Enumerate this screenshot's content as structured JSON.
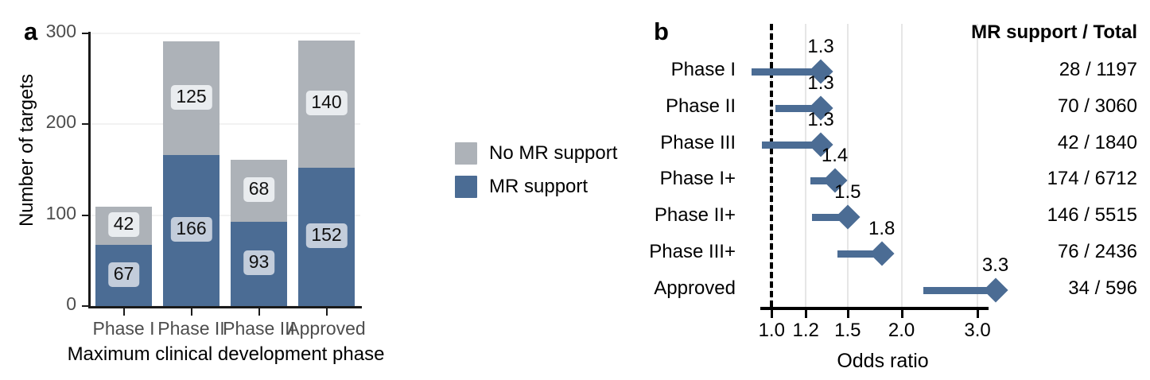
{
  "figure": {
    "panel_a_letter": "a",
    "panel_b_letter": "b"
  },
  "panel_a": {
    "ylabel": "Number of targets",
    "xlabel": "Maximum clinical development phase",
    "y_ticks": [
      "0",
      "100",
      "200",
      "300"
    ],
    "legend": [
      {
        "label": "No MR support",
        "color": "#adb2b8"
      },
      {
        "label": "MR support",
        "color": "#4b6c94"
      }
    ]
  },
  "panel_b": {
    "xlabel": "Odds ratio",
    "count_header": "MR support / Total",
    "x_ticks": [
      "1.0",
      "1.2",
      "1.5",
      "2.0",
      "3.0"
    ],
    "reference_line": "1.0"
  },
  "colors": {
    "mr_support": "#4b6c94",
    "no_mr_support": "#adb2b8",
    "axis": "#1a1a1a",
    "gridline": "#e6e6e6",
    "tick_text": "#4d4d4d"
  },
  "chart_data": [
    {
      "type": "bar",
      "id": "panel-a",
      "title": "",
      "xlabel": "Maximum clinical development phase",
      "ylabel": "Number of targets",
      "ylim": [
        0,
        300
      ],
      "y_ticks": [
        0,
        100,
        200,
        300
      ],
      "grid": "horizontal",
      "stacked": true,
      "legend_position": "right",
      "categories": [
        "Phase I",
        "Phase II",
        "Phase III",
        "Approved"
      ],
      "series": [
        {
          "name": "MR support",
          "color": "#4b6c94",
          "values": [
            67,
            166,
            93,
            152
          ]
        },
        {
          "name": "No MR support",
          "color": "#adb2b8",
          "values": [
            42,
            125,
            68,
            140
          ]
        }
      ],
      "totals": [
        109,
        291,
        161,
        292
      ],
      "bar_labels": {
        "MR support": [
          "67",
          "166",
          "93",
          "152"
        ],
        "No MR support": [
          "42",
          "125",
          "68",
          "140"
        ]
      }
    },
    {
      "type": "scatter",
      "id": "panel-b",
      "subtype": "forest-plot",
      "title": "",
      "xlabel": "Odds ratio",
      "ylabel": "",
      "xscale": "log",
      "xlim": [
        0.85,
        3.6
      ],
      "x_ticks": [
        1.0,
        1.2,
        1.5,
        2.0,
        3.0
      ],
      "x_tick_labels": [
        "1.0",
        "1.2",
        "1.5",
        "2.0",
        "3.0"
      ],
      "grid": "vertical",
      "reference_line": 1.0,
      "reference_line_style": "dashed",
      "count_column_header": "MR support / Total",
      "rows": [
        {
          "label": "Phase I",
          "or": 1.3,
          "or_label": "1.3",
          "ci_low": 0.9,
          "ci_high": 1.3,
          "mr_support": 28,
          "total": 1197,
          "count_label": "28 / 1197"
        },
        {
          "label": "Phase II",
          "or": 1.3,
          "or_label": "1.3",
          "ci_low": 1.02,
          "ci_high": 1.3,
          "mr_support": 70,
          "total": 3060,
          "count_label": "70 / 3060"
        },
        {
          "label": "Phase III",
          "or": 1.3,
          "or_label": "1.3",
          "ci_low": 0.95,
          "ci_high": 1.28,
          "mr_support": 42,
          "total": 1840,
          "count_label": "42 / 1840"
        },
        {
          "label": "Phase I+",
          "or": 1.4,
          "or_label": "1.4",
          "ci_low": 1.23,
          "ci_high": 1.43,
          "mr_support": 174,
          "total": 6712,
          "count_label": "174 / 6712"
        },
        {
          "label": "Phase II+",
          "or": 1.5,
          "or_label": "1.5",
          "ci_low": 1.24,
          "ci_high": 1.49,
          "mr_support": 146,
          "total": 5515,
          "count_label": "146 / 5515"
        },
        {
          "label": "Phase III+",
          "or": 1.8,
          "or_label": "1.8",
          "ci_low": 1.42,
          "ci_high": 1.8,
          "mr_support": 76,
          "total": 2436,
          "count_label": "76 / 2436"
        },
        {
          "label": "Approved",
          "or": 3.3,
          "or_label": "3.3",
          "ci_low": 2.25,
          "ci_high": 3.3,
          "mr_support": 34,
          "total": 596,
          "count_label": "34 / 596"
        }
      ]
    }
  ]
}
